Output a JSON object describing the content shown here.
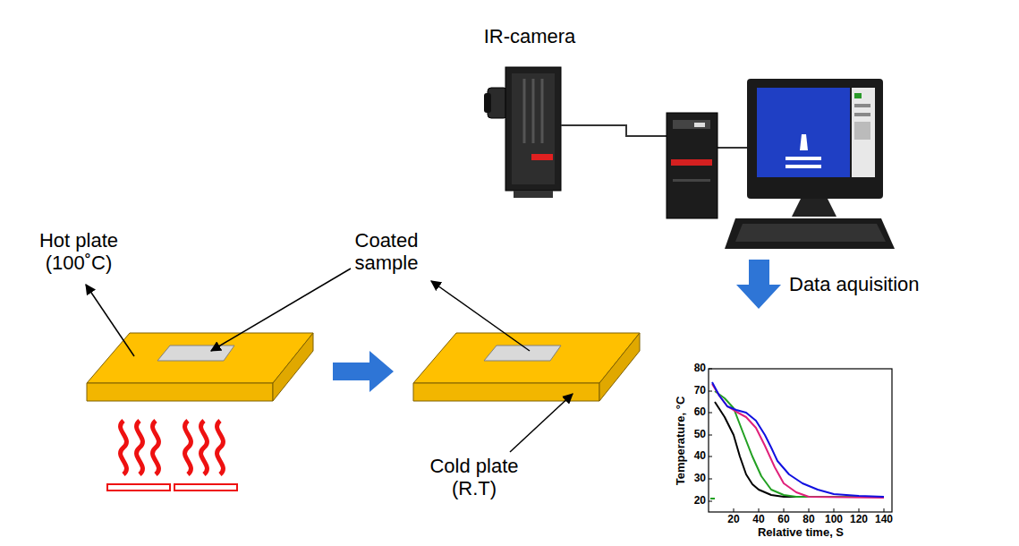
{
  "diagram": {
    "labels": [
      "IR-camera",
      "Hot plate (100˚C)",
      "Coated sample",
      "Data aquisition",
      "Cold plate (R.T)",
      "80",
      "70",
      "60",
      "50",
      "40",
      "30",
      "20",
      "20",
      "40",
      "60",
      "80",
      "100",
      "120",
      "140",
      "Temperature, °C",
      "Relative time, S"
    ]
  }
}
